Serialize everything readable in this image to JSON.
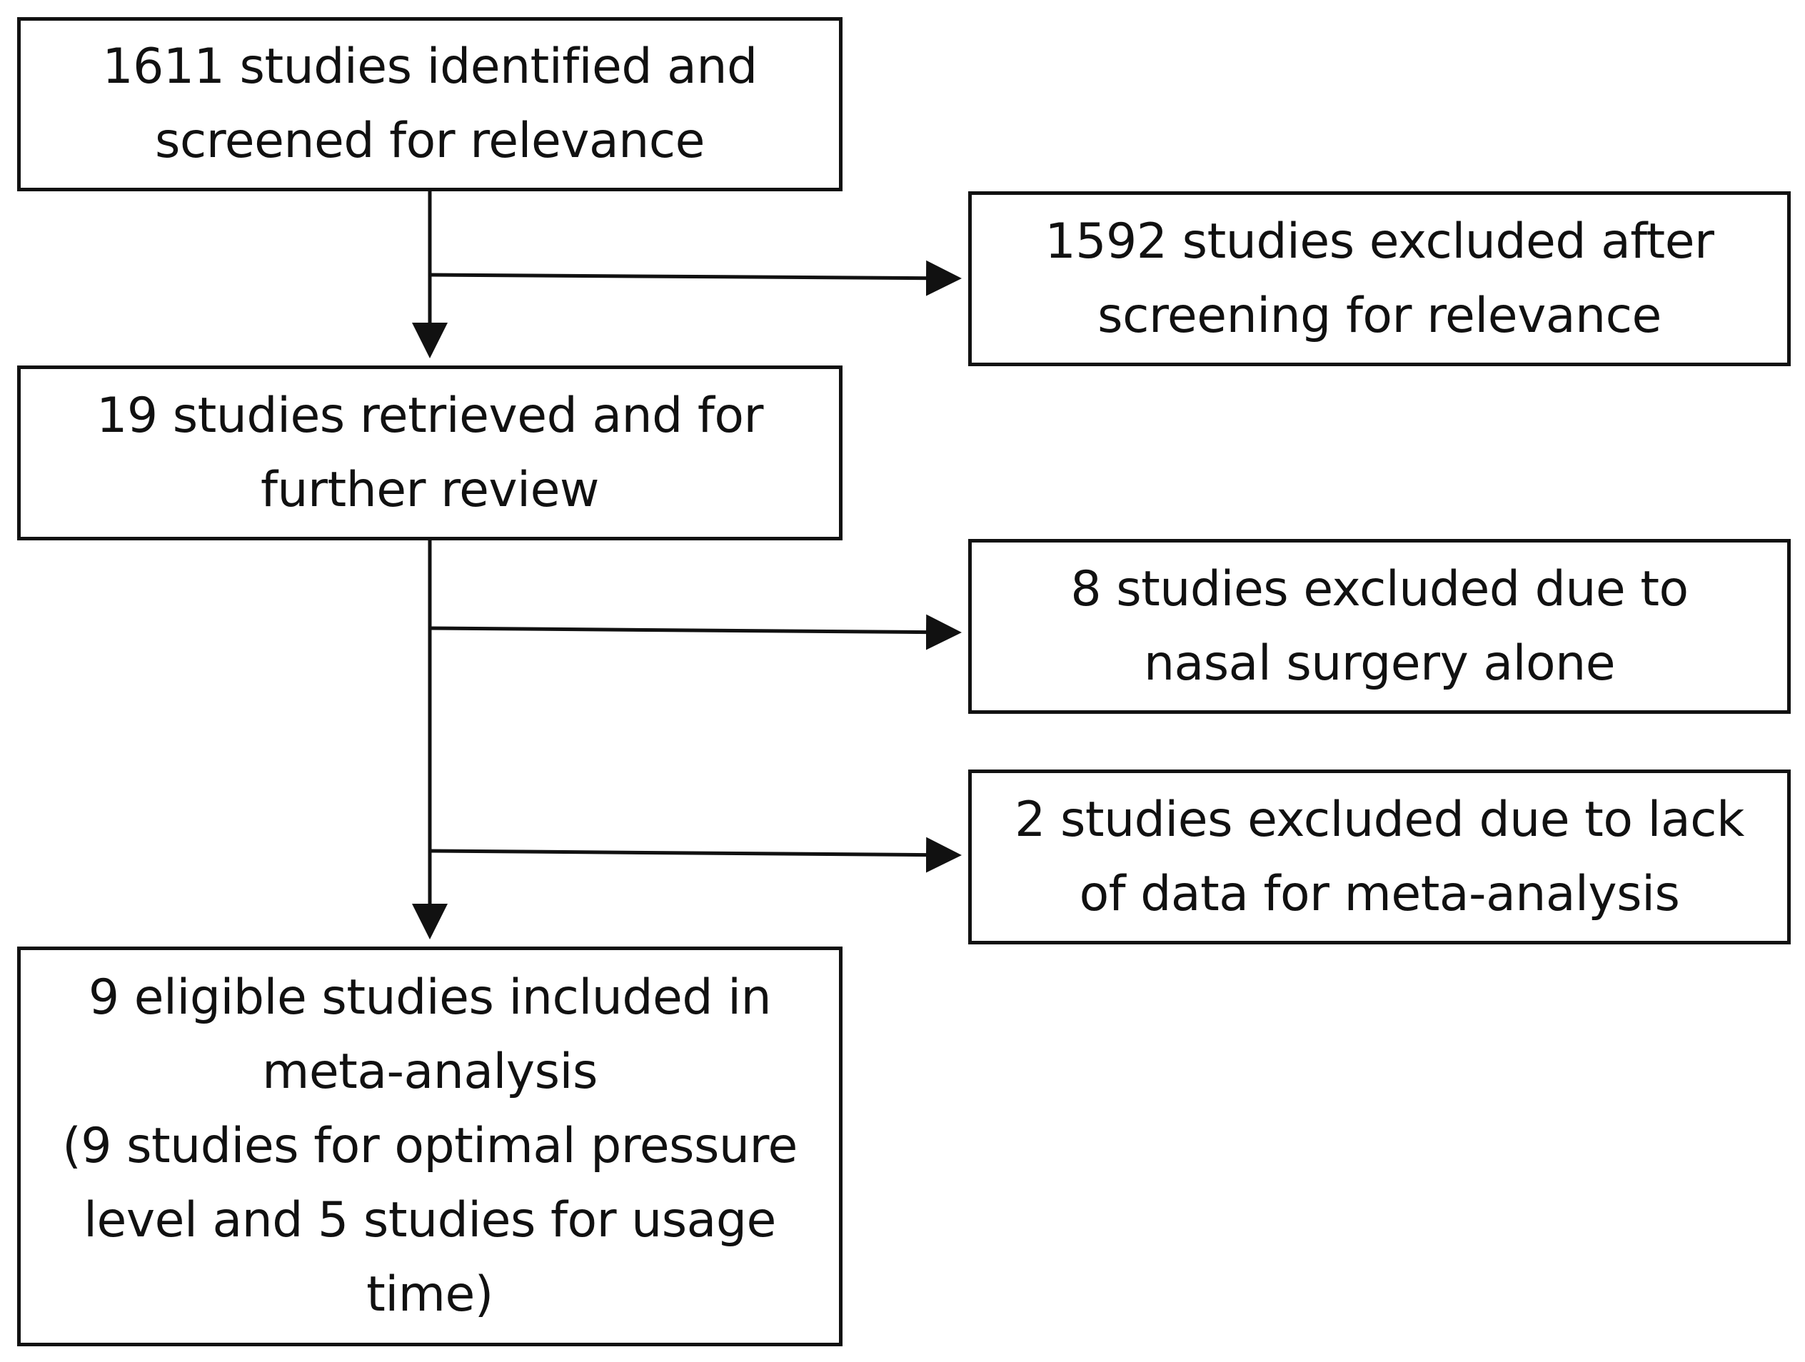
{
  "flowchart": {
    "identified": {
      "lines": [
        "1611 studies identified and",
        "screened for relevance"
      ]
    },
    "excluded_relevance": {
      "lines": [
        "1592 studies excluded after",
        "screening for relevance"
      ]
    },
    "retrieved": {
      "lines": [
        "19 studies retrieved and for",
        "further review"
      ]
    },
    "excluded_nasal": {
      "lines": [
        "8 studies excluded due to",
        "nasal surgery alone"
      ]
    },
    "excluded_data": {
      "lines": [
        "2 studies excluded due to lack",
        "of data for meta-analysis"
      ]
    },
    "included": {
      "lines": [
        "9 eligible studies included in",
        "meta-analysis",
        "(9 studies for optimal pressure",
        "level and 5 studies for usage",
        "time)"
      ]
    }
  },
  "colors": {
    "stroke": "#111111",
    "background": "#ffffff"
  }
}
